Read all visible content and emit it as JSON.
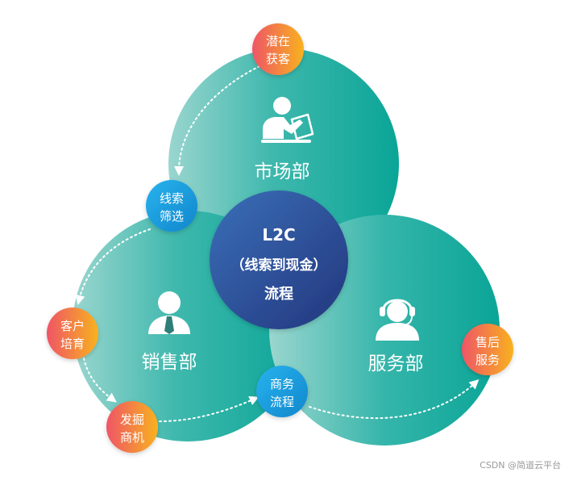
{
  "departments": {
    "marketing": "市场部",
    "sales": "销售部",
    "service": "服务部"
  },
  "center": {
    "line1": "L2C",
    "line2": "（线索到现金）",
    "line3": "流程"
  },
  "badges": {
    "potential_customers": [
      "潜在",
      "获客"
    ],
    "lead_screening": [
      "线索",
      "筛选"
    ],
    "customer_nurturing": [
      "客户",
      "培育"
    ],
    "opportunity_discovery": [
      "发掘",
      "商机"
    ],
    "business_process": [
      "商务",
      "流程"
    ],
    "after_sales": [
      "售后",
      "服务"
    ]
  },
  "watermark": "CSDN @简道云平台",
  "colors": {
    "teal": "#12a99b",
    "teal_light": "#8ed1c9",
    "center_blue": "#2b4f9a",
    "badge_orange": "#f5a623",
    "badge_red": "#ef5566",
    "badge_blue": "#1a9fe0"
  },
  "icons": {
    "marketing": "person-writing-icon",
    "sales": "businessman-tie-icon",
    "service": "headset-agent-icon"
  }
}
